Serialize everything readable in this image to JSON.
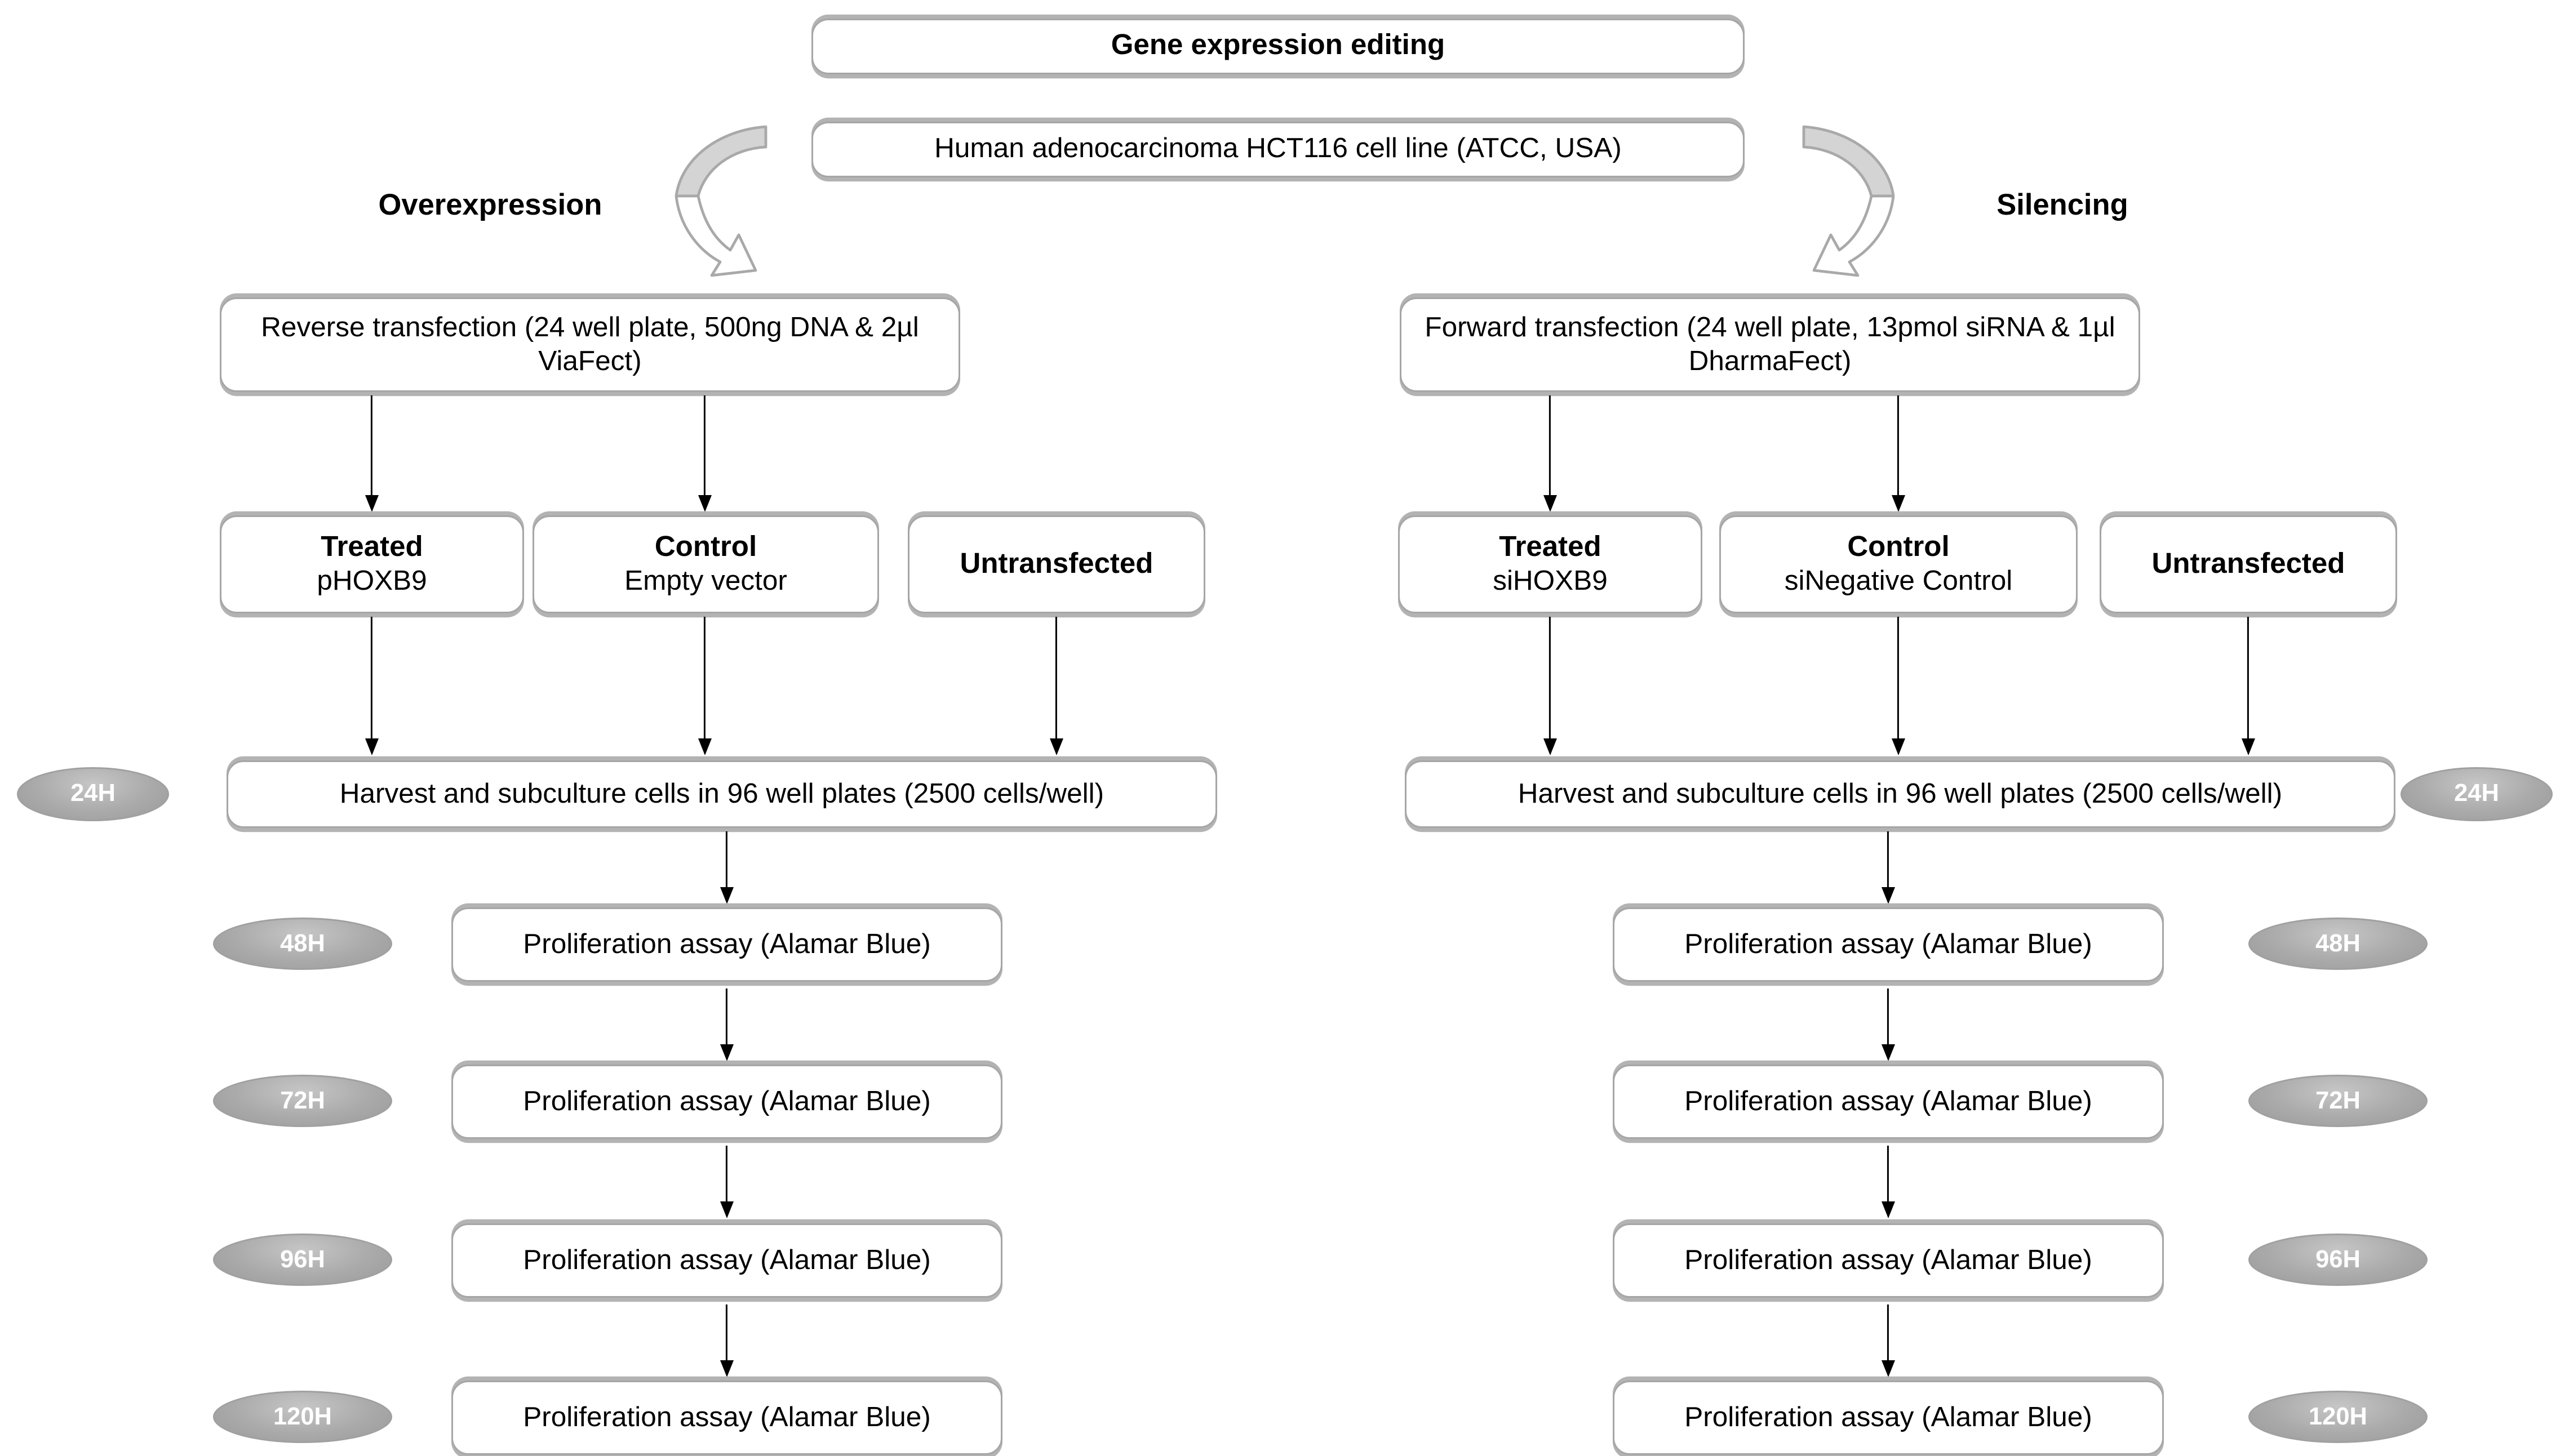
{
  "diagram": {
    "title": "Gene expression editing",
    "cell_line": "Human adenocarcinoma HCT116 cell line (ATCC, USA)"
  },
  "left": {
    "branch_label": "Overexpression",
    "transfection": "Reverse transfection (24 well plate, 500ng DNA & 2µl ViaFect)",
    "groups": [
      {
        "name": "Treated",
        "detail": "pHOXB9"
      },
      {
        "name": "Control",
        "detail": "Empty vector"
      },
      {
        "name": "Untransfected",
        "detail": ""
      }
    ],
    "harvest": "Harvest and subculture cells in 96 well plates (2500 cells/well)",
    "harvest_time": "24H",
    "assays": [
      {
        "time": "48H",
        "label": "Proliferation assay (Alamar Blue)"
      },
      {
        "time": "72H",
        "label": "Proliferation assay (Alamar Blue)"
      },
      {
        "time": "96H",
        "label": "Proliferation assay (Alamar Blue)"
      },
      {
        "time": "120H",
        "label": "Proliferation assay (Alamar Blue)"
      }
    ]
  },
  "right": {
    "branch_label": "Silencing",
    "transfection": "Forward transfection (24 well plate, 13pmol siRNA & 1µl DharmaFect)",
    "groups": [
      {
        "name": "Treated",
        "detail": "siHOXB9"
      },
      {
        "name": "Control",
        "detail": "siNegative Control"
      },
      {
        "name": "Untransfected",
        "detail": ""
      }
    ],
    "harvest": "Harvest and subculture cells in 96 well plates (2500 cells/well)",
    "harvest_time": "24H",
    "assays": [
      {
        "time": "48H",
        "label": "Proliferation assay (Alamar Blue)"
      },
      {
        "time": "72H",
        "label": "Proliferation assay (Alamar Blue)"
      },
      {
        "time": "96H",
        "label": "Proliferation assay (Alamar Blue)"
      },
      {
        "time": "120H",
        "label": "Proliferation assay (Alamar Blue)"
      }
    ]
  },
  "colors": {
    "box_border": "#a6a6a6",
    "box_shadow": "#b3b3b3",
    "ellipse_fill": "#a6a6a6",
    "ellipse_text": "#ffffff",
    "straight_arrow": "#000000",
    "curved_arrow_fill": "#d4d4d4",
    "curved_arrow_outline": "#a9a9a9"
  }
}
